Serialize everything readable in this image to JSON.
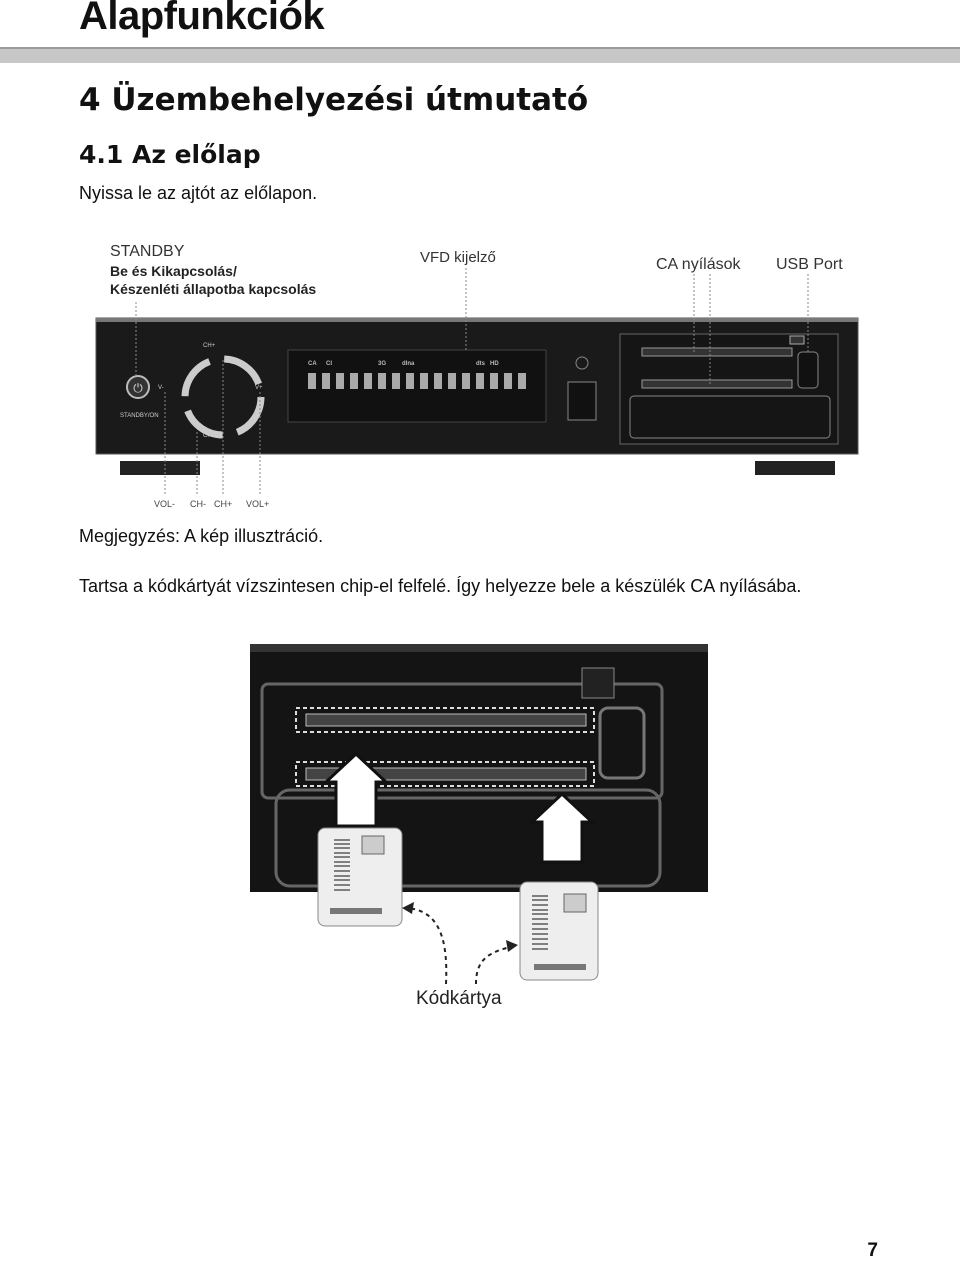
{
  "header": {
    "title": "Alapfunkciók"
  },
  "section": {
    "title": "4 Üzembehelyezési útmutató"
  },
  "subsection": {
    "title": "4.1 Az előlap"
  },
  "paragraphs": {
    "intro": "Nyissa le az ajtót az előlapon.",
    "note": "Megjegyzés: A kép illusztráció.",
    "instruction": "Tartsa a kódkártyát vízszintesen chip-el felfelé. Így helyezze bele a készülék CA nyílásába."
  },
  "front_panel_figure": {
    "callouts": {
      "standby_title": "STANDBY",
      "standby_line1": "Be és Kikapcsolás/",
      "standby_line2": "Készenléti állapotba kapcsolás",
      "vfd": "VFD kijelző",
      "ca": "CA nyílások",
      "usb": "USB Port"
    },
    "panel_labels": {
      "ch_plus_top": "CH+",
      "ch_minus_bottom": "CH-",
      "v_minus": "V-",
      "v_plus": "V+",
      "standby_on": "STANDBY/ON"
    },
    "display_labels": [
      "CA",
      "CI",
      "3G",
      "dlna",
      "dts",
      "HD"
    ],
    "bottom_labels": [
      "VOL-",
      "CH-",
      "CH+",
      "VOL+"
    ]
  },
  "card_figure": {
    "card_label": "Kódkártya"
  },
  "page": {
    "number": "7"
  }
}
